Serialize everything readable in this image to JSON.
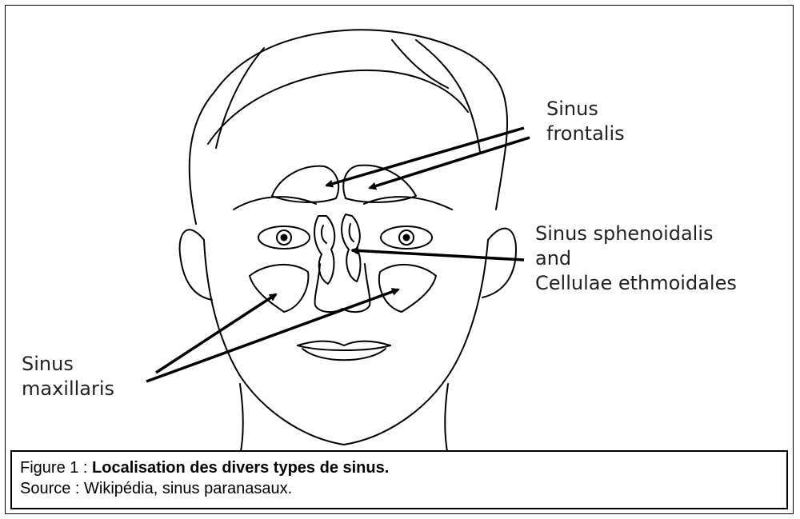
{
  "labels": {
    "frontalis_line1": "Sinus",
    "frontalis_line2": "frontalis",
    "sphenoidalis_line1": "Sinus sphenoidalis",
    "sphenoidalis_line2": "and",
    "sphenoidalis_line3": "Cellulae ethmoidales",
    "maxillaris_line1": "Sinus",
    "maxillaris_line2": "maxillaris"
  },
  "caption": {
    "prefix": "Figure 1 : ",
    "title": "Localisation des divers types de sinus.",
    "source": "Source : Wikipédia, sinus paranasaux."
  },
  "colors": {
    "line": "#000000",
    "text": "#222222",
    "background": "#ffffff"
  }
}
